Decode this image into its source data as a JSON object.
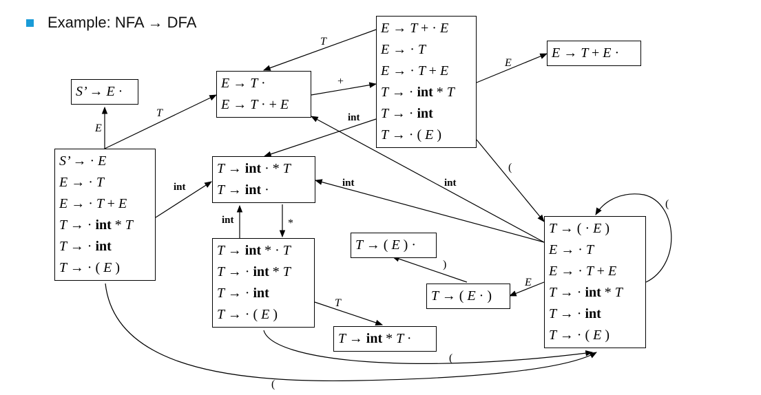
{
  "slide": {
    "title": "Example: NFA → DFA",
    "accent_color": "#1a9bd7"
  },
  "states": {
    "s_accept": [
      "S’ → E ·"
    ],
    "s0": [
      "S’ → · E",
      "E → · T",
      "E → · T + E",
      "T → · int * T",
      "T → · int",
      "T → · ( E )"
    ],
    "s_T": [
      "E → T ·",
      "E → T · + E"
    ],
    "s_plus": [
      "E → T + · E",
      "E → · T",
      "E → · T + E",
      "T → · int * T",
      "T → · int",
      "T → · ( E )"
    ],
    "s_TplusE": [
      "E → T + E ·"
    ],
    "s_int": [
      "T → int · * T",
      "T → int ·"
    ],
    "s_star": [
      "T → int * · T",
      "T → · int * T",
      "T → · int",
      "T → · ( E )"
    ],
    "s_intstarT": [
      "T → int * T ·"
    ],
    "s_paren": [
      "T → ( · E )",
      "E → · T",
      "E → · T + E",
      "T → · int * T",
      "T → · int",
      "T → · ( E )"
    ],
    "s_parenE": [
      "T → ( E · )"
    ],
    "s_parenEclose": [
      "T → ( E ) ·"
    ]
  },
  "edge_labels": {
    "s0_to_accept": "E",
    "s0_to_T": "T",
    "s0_to_int": "int",
    "s0_to_paren": "(",
    "T_to_plus": "+",
    "plus_to_T": "T",
    "plus_to_TplusE": "E",
    "plus_to_int": "int",
    "plus_to_paren": "(",
    "int_to_star": "*",
    "star_to_int": "int",
    "star_to_intstarT": "T",
    "star_to_paren": "(",
    "paren_to_int": "int",
    "paren_to_T": "int",
    "paren_to_parenE": "E",
    "paren_self": "(",
    "parenE_to_close": ")"
  }
}
